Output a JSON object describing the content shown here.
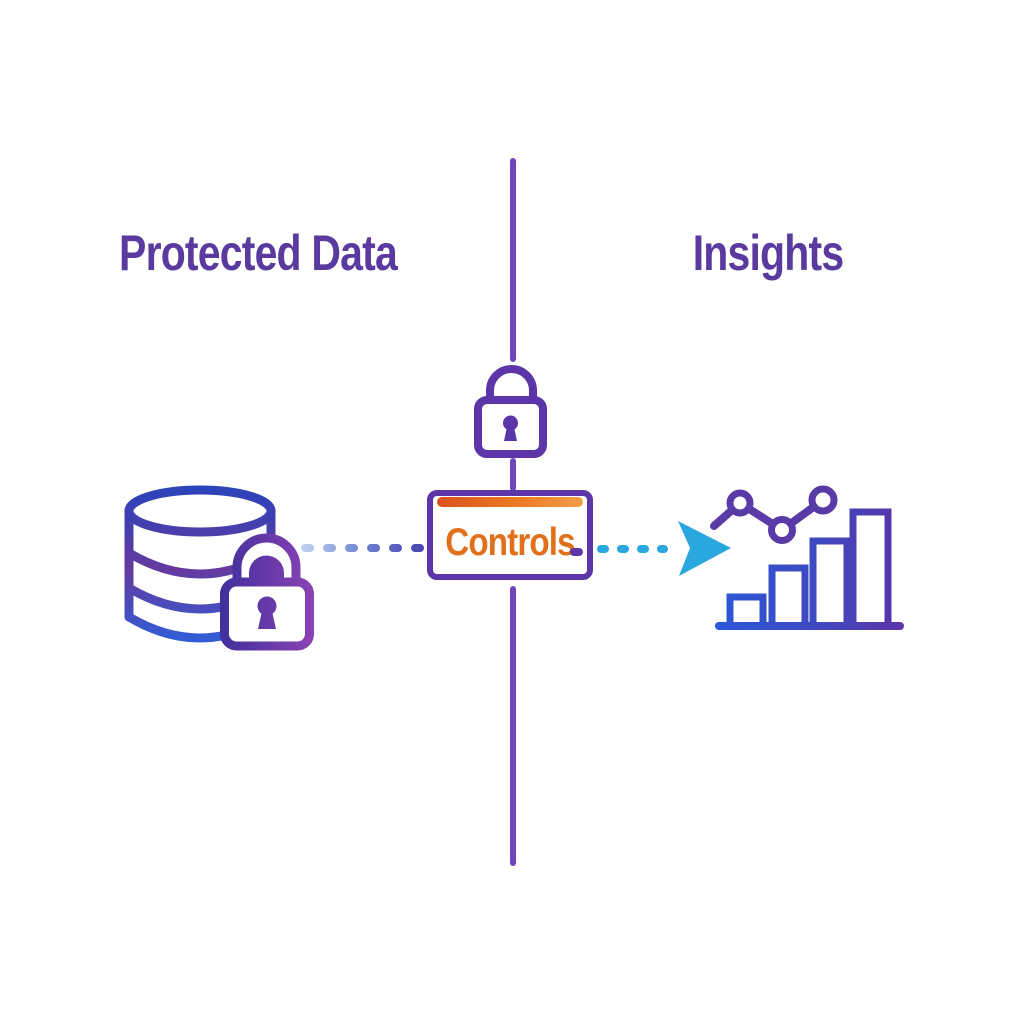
{
  "labels": {
    "left": "Protected Data",
    "right": "Insights",
    "controls": "Controls"
  },
  "colors": {
    "title_purple": "#5a3a9e",
    "divider_purple": "#6f46bd",
    "lock_purple": "#5c35a9",
    "deep_indigo": "#41309c",
    "violet": "#8a42b4",
    "blue": "#2b58d8",
    "cyan_arrow": "#2ba7e0",
    "orange_text": "#e2701b",
    "orange_bar_start": "#d9521c",
    "orange_bar_end": "#f49d4a",
    "dash_light_blue": "#bdd2f0",
    "dash_indigo": "#453fae"
  },
  "icons": {
    "center": "padlock-icon",
    "left": "database-lock-icon",
    "right": "bar-chart-trend-icon",
    "flow_left": "dashed-connector",
    "flow_right": "dashed-arrow"
  }
}
